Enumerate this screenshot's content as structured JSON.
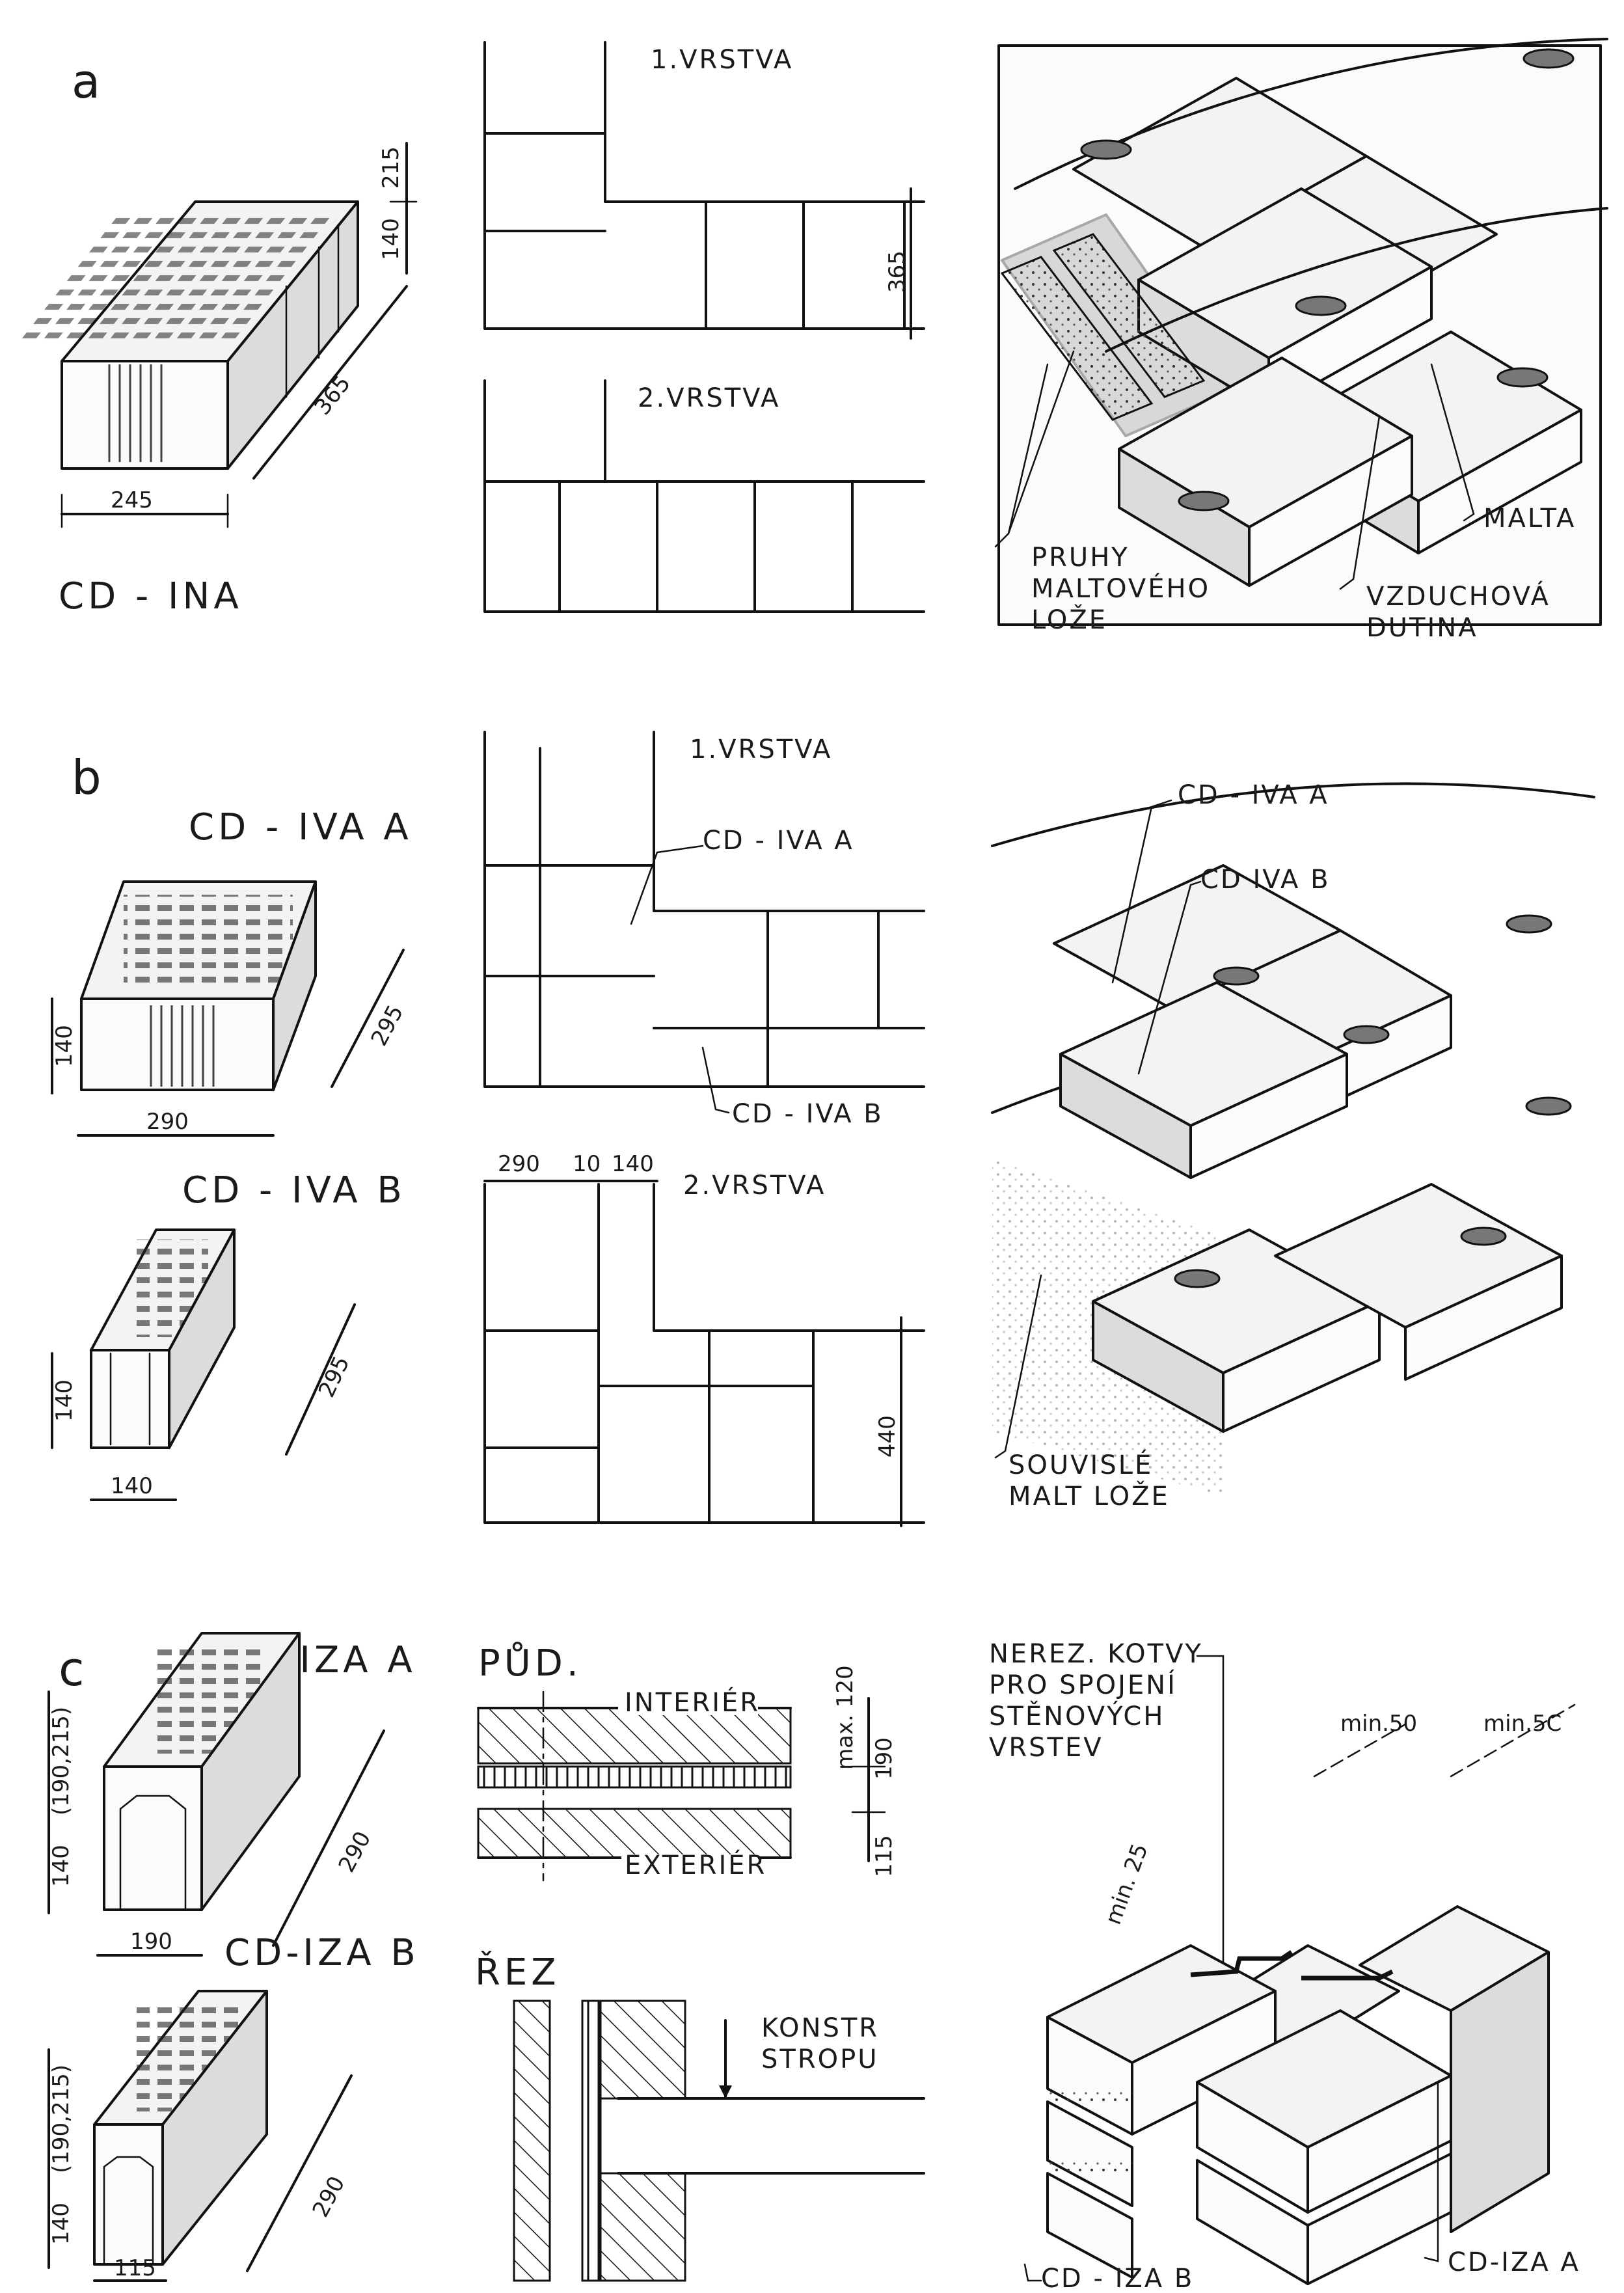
{
  "sections": {
    "a": {
      "letter": "a",
      "block_name": "CD - INA",
      "dims": {
        "d245": "245",
        "d365": "365",
        "d140": "140",
        "d215": "215"
      },
      "layer1": "1.VRSTVA",
      "layer2": "2.VRSTVA",
      "plan_dim": "365",
      "callouts": {
        "strips_1": "PRUHY",
        "strips_2": "MALTOVÉHO",
        "strips_3": "LOŽE",
        "mortar": "MALTA",
        "cavity_1": "VZDUCHOVÁ",
        "cavity_2": "DUTINA"
      }
    },
    "b": {
      "letter": "b",
      "block_a_name": "CD - IVA   A",
      "block_b_name": "CD - IVA   B",
      "dims_a": {
        "d140": "140",
        "d290": "290",
        "d295": "295"
      },
      "dims_b": {
        "d140v": "140",
        "d140h": "140",
        "d295": "295"
      },
      "layer1": "1.VRSTVA",
      "layer2": "2.VRSTVA",
      "plan_a_label": "CD - IVA A",
      "plan_b_label": "CD - IVA B",
      "plan_dims": {
        "d290": "290",
        "d10": "10",
        "d140": "140",
        "d440": "440"
      },
      "iso_a_label": "CD - IVA  A",
      "iso_b_label": "CD   IVA B",
      "bed_1": "SOUVISLÉ",
      "bed_2": "MALT LOŽE"
    },
    "c": {
      "letter": "c",
      "block_a_name": "CD-IZA A",
      "block_b_name": "CD-IZA B",
      "dims_a": {
        "d190_215": "(190,215)",
        "d140": "140",
        "d190": "190",
        "d290": "290"
      },
      "dims_b": {
        "d190_215": "(190,215)",
        "d140": "140",
        "d115": "115",
        "d290": "290"
      },
      "plan_title": "PŮD.",
      "interior": "INTERIÉR",
      "exterior": "EXTERIÉR",
      "plan_dims": {
        "max120": "max. 120",
        "d190": "190",
        "d115": "115"
      },
      "section_title": "ŘEZ",
      "ceiling_1": "KONSTR",
      "ceiling_2": "STROPU",
      "anchors_1": "NEREZ. KOTVY",
      "anchors_2": "PRO SPOJENÍ",
      "anchors_3": "STĚNOVÝCH",
      "anchors_4": "VRSTEV",
      "min50_1": "min.50",
      "min50_2": "min.5C",
      "min25": "min. 25",
      "iza_a": "CD-IZA A",
      "iza_b": "CD - IZA B"
    }
  }
}
